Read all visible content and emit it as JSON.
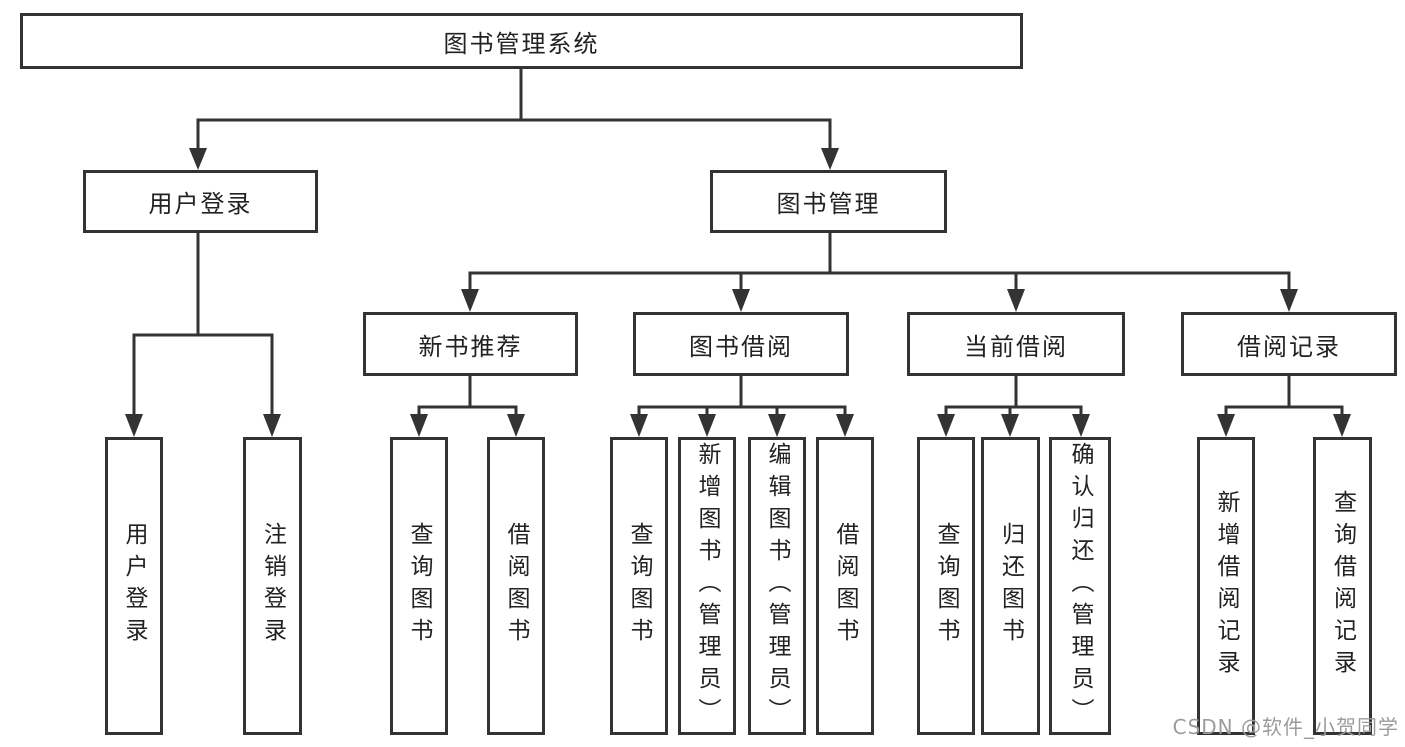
{
  "diagram": {
    "root": {
      "label": "图书管理系统"
    },
    "user_branch": {
      "label": "用户登录",
      "children": [
        {
          "label": "用户登录"
        },
        {
          "label": "注销登录"
        }
      ]
    },
    "management_branch": {
      "label": "图书管理",
      "sections": [
        {
          "label": "新书推荐",
          "children": [
            {
              "label": "查询图书"
            },
            {
              "label": "借阅图书"
            }
          ]
        },
        {
          "label": "图书借阅",
          "children": [
            {
              "label": "查询图书"
            },
            {
              "label": "新增图书（管理员）"
            },
            {
              "label": "编辑图书（管理员）"
            },
            {
              "label": "借阅图书"
            }
          ]
        },
        {
          "label": "当前借阅",
          "children": [
            {
              "label": "查询图书"
            },
            {
              "label": "归还图书"
            },
            {
              "label": "确认归还（管理员）"
            }
          ]
        },
        {
          "label": "借阅记录",
          "children": [
            {
              "label": "新增借阅记录"
            },
            {
              "label": "查询借阅记录"
            }
          ]
        }
      ]
    }
  },
  "watermark": {
    "text": "CSDN @软件_小贺同学"
  },
  "colors": {
    "line": "#333333",
    "box_border": "#333333",
    "text": "#222222",
    "watermark": "#9c9c9c",
    "background": "#ffffff"
  }
}
